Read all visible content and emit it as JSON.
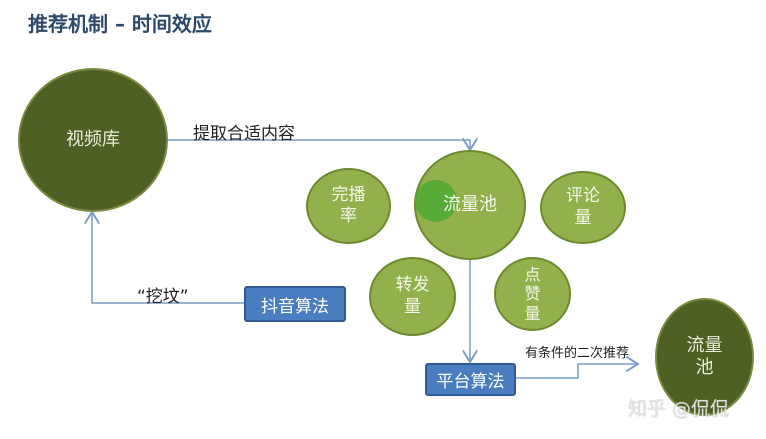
{
  "title": "推荐机制 – 时间效应",
  "nodes": {
    "video_library": "视频库",
    "traffic_pool": "流量池",
    "completion_rate": "完播\n率",
    "comments": "评论\n量",
    "shares": "转发\n量",
    "likes": "点\n赞\n量",
    "platform_algorithm": "平台算法",
    "douyin_algorithm": "抖音算法",
    "second_pool": "流量\n池"
  },
  "edges": {
    "extract": "提取合适内容",
    "dig": "“挖坟”",
    "conditional": "有条件的二次推荐"
  },
  "watermark": "知乎 @侃侃"
}
